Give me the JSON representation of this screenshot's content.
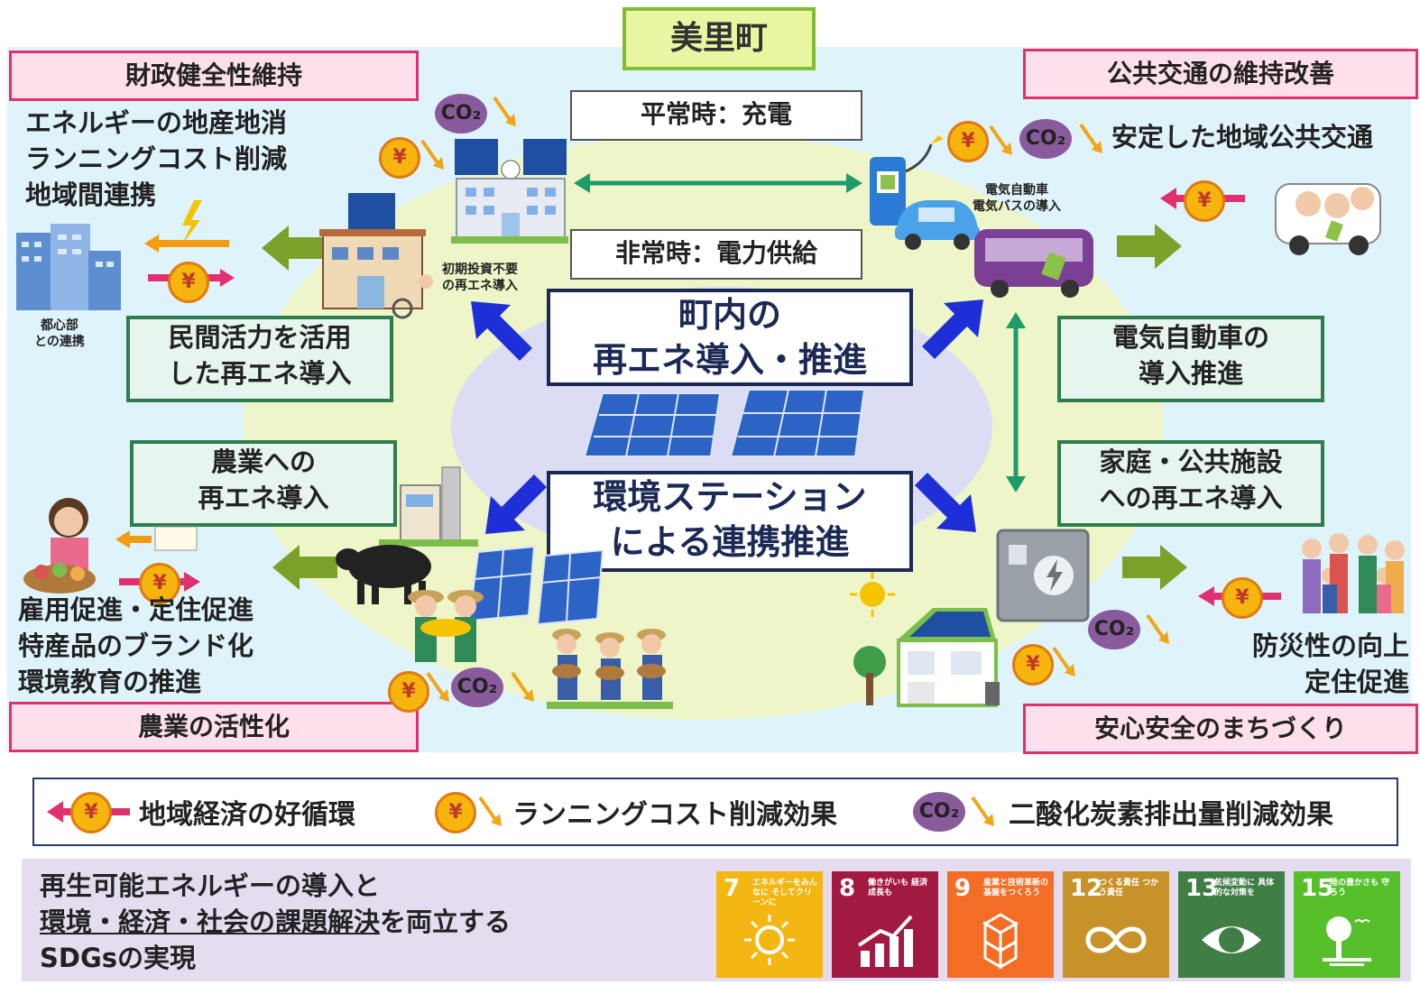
{
  "title": "美里町",
  "corners": {
    "top_left": "財政健全性維持",
    "top_right": "公共交通の維持改善",
    "bottom_left": "農業の活性化",
    "bottom_right": "安心安全のまちづくり"
  },
  "top_left_text": [
    "エネルギーの地産地消",
    "ランニングコスト削減",
    "地域間連携"
  ],
  "urban_label": [
    "都心部",
    "との連携"
  ],
  "initial_label": [
    "初期投資不要",
    "の再エネ導入"
  ],
  "bubbles": {
    "normal": "平常時：充電",
    "emergency": "非常時：電力供給"
  },
  "ev_label": [
    "電気自動車",
    "電気バスの導入"
  ],
  "top_right_text": "安定した地域公共交通",
  "center": {
    "top": [
      "町内の",
      "再エネ導入・推進"
    ],
    "bottom": [
      "環境ステーション",
      "による連携推進"
    ]
  },
  "green_boxes": {
    "private": [
      "民間活力を活用",
      "した再エネ導入"
    ],
    "ev_promo": [
      "電気自動車の",
      "導入推進"
    ],
    "agri": [
      "農業への",
      "再エネ導入"
    ],
    "home": [
      "家庭・公共施設",
      "への再エネ導入"
    ]
  },
  "bottom_left_text": [
    "雇用促進・定住促進",
    "特産品のブランド化",
    "環境教育の推進"
  ],
  "bottom_right_text": [
    "防災性の向上",
    "定住促進"
  ],
  "icons": {
    "yen": "¥",
    "co2": "CO₂"
  },
  "legend": {
    "cycle": "地域経済の好循環",
    "cost": "ランニングコスト削減効果",
    "co2": "二酸化炭素排出量削減効果"
  },
  "footer": {
    "line1": "再生可能エネルギーの導入と",
    "line2_underlined": "環境・経済・社会の課題解決",
    "line2_rest": "を両立する",
    "line3": "SDGsの実現"
  },
  "sdgs": [
    {
      "num": "7",
      "label": "エネルギーをみんなに そしてクリーンに",
      "color": "#f3b613"
    },
    {
      "num": "8",
      "label": "働きがいも 経済成長も",
      "color": "#a21942"
    },
    {
      "num": "9",
      "label": "産業と技術革新の 基盤をつくろう",
      "color": "#f36d25"
    },
    {
      "num": "12",
      "label": "つくる責任 つかう責任",
      "color": "#c8922b"
    },
    {
      "num": "13",
      "label": "気候変動に 具体的な対策を",
      "color": "#3f7e44"
    },
    {
      "num": "15",
      "label": "陸の豊かさも 守ろう",
      "color": "#56c02b"
    }
  ],
  "colors": {
    "pink_border": "#e0316e",
    "green_border": "#2e7d4f",
    "navy": "#1b2a55",
    "arrow_green": "#7aa22a",
    "arrow_blue": "#1f2fd8"
  }
}
